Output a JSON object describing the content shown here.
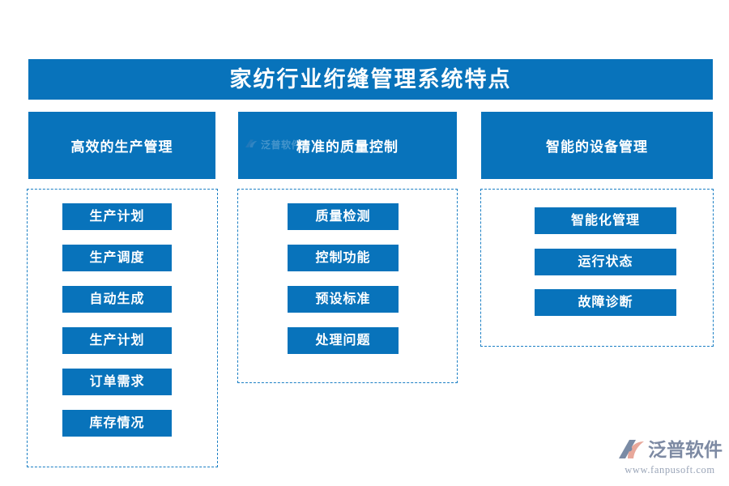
{
  "banner": {
    "title": "家纺行业绗缝管理系统特点",
    "bg_color": "#0873bb",
    "text_color": "#ffffff"
  },
  "theme": {
    "accent_blue": "#0873bb",
    "dashed_border": "#1b7fc4",
    "page_bg": "#ffffff",
    "logo_gray": "#7d8aa3",
    "logo_url_gray": "#9aa5b8"
  },
  "columns": [
    {
      "header": "高效的生产管理",
      "items": [
        "生产计划",
        "生产调度",
        "自动生成",
        "生产计划",
        "订单需求",
        "库存情况"
      ]
    },
    {
      "header": "精准的质量控制",
      "watermark": "泛普软件",
      "items": [
        "质量检测",
        "控制功能",
        "预设标准",
        "处理问题"
      ]
    },
    {
      "header": "智能的设备管理",
      "items": [
        "智能化管理",
        "运行状态",
        "故障诊断"
      ]
    }
  ],
  "brand": {
    "name": "泛普软件",
    "url": "www.fanpusoft.com"
  }
}
